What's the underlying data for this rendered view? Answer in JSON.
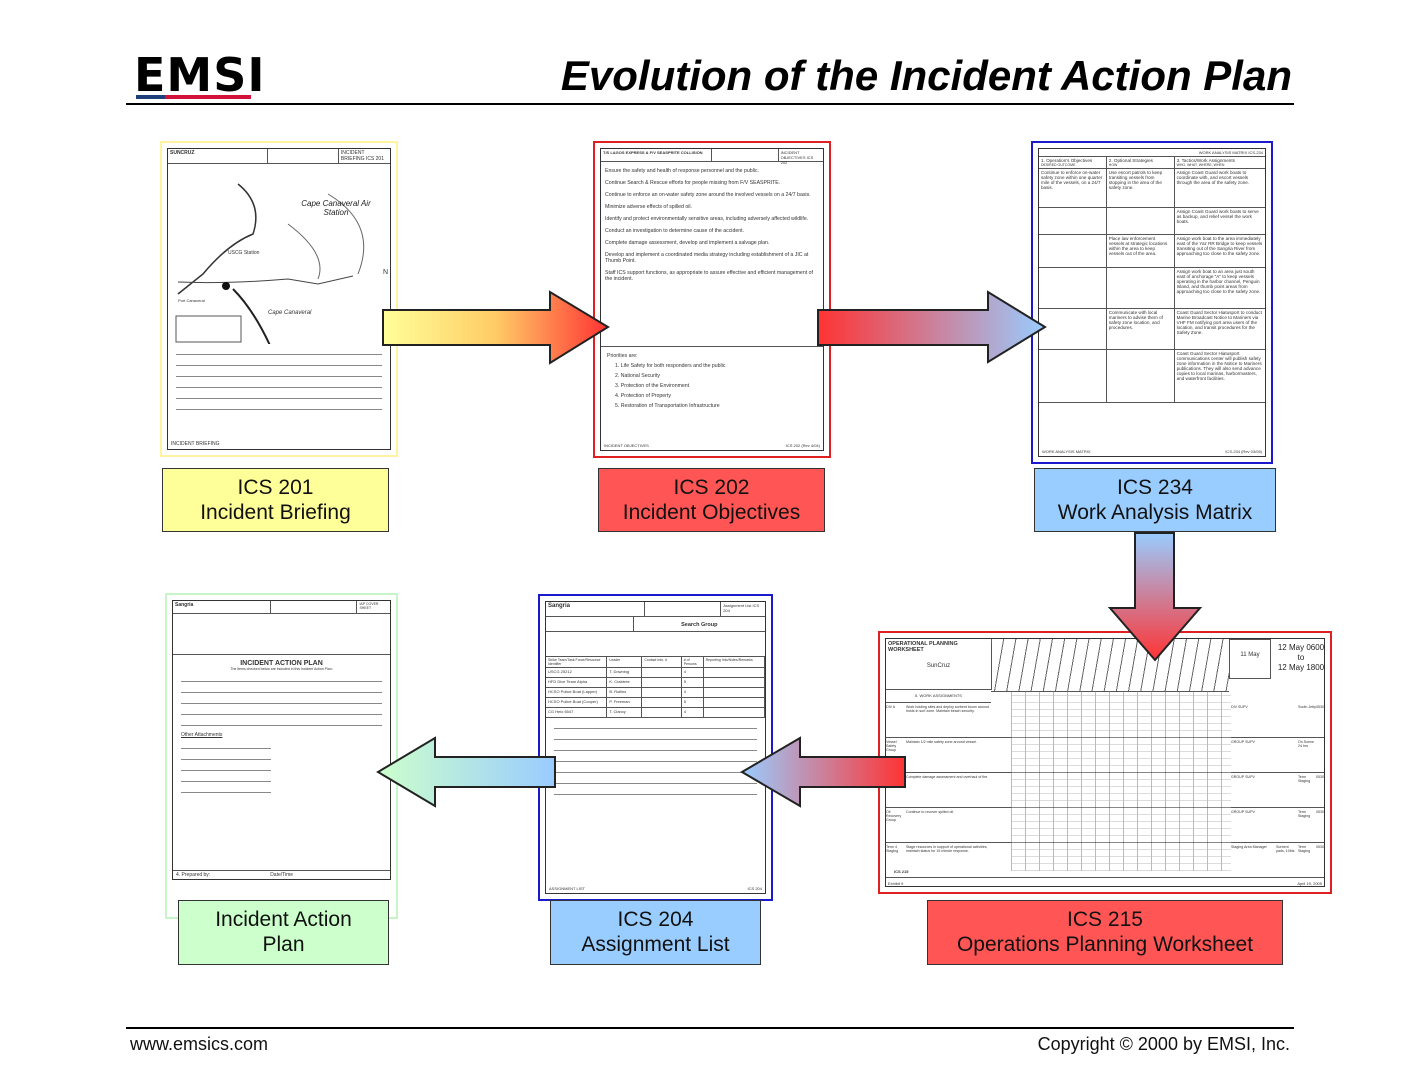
{
  "header": {
    "logo": "EMSI",
    "title": "Evolution of the Incident Action Plan"
  },
  "colors": {
    "yellow": "#ffff99",
    "red": "#ff5555",
    "blue": "#99ccff",
    "green": "#ccffcc",
    "blue_border": "#1a1acc",
    "red_border": "#e02020"
  },
  "forms": {
    "ics201": {
      "label_line1": "ICS 201",
      "label_line2": "Incident Briefing",
      "incident_name": "SUNCRUZ",
      "form_id": "INCIDENT BRIEFING ICS 201",
      "map_labels": [
        "Cape Canaveral Air Station",
        "Cape Canaveral",
        "USCG Station",
        "Port Canaveral",
        "N"
      ],
      "footer": "INCIDENT BRIEFING"
    },
    "ics202": {
      "label_line1": "ICS 202",
      "label_line2": "Incident Objectives",
      "incident_name": "T/S LAGOS EXPRESS & F/V SEASPRITE COLLISION",
      "form_id": "INCIDENT OBJECTIVES ICS 202",
      "objectives": [
        "Ensure the safety and health of response personnel and the public.",
        "Continue Search & Rescue efforts for people missing from F/V SEASPRITE.",
        "Continue to enforce an on-water safety zone around the involved vessels on a 24/7 basis.",
        "Minimize adverse effects of spilled oil.",
        "Identify and protect environmentally sensitive areas, including adversely affected wildlife.",
        "Conduct an investigation to determine cause of the accident.",
        "Complete damage assessment, develop and implement a salvage plan.",
        "Develop and implement a coordinated media strategy including establishment of a JIC at Thumb Point.",
        "Staff ICS support functions, as appropriate to assure effective and efficient management of the incident."
      ],
      "priorities_heading": "Priorities are:",
      "priorities": [
        "1. Life Safety for both responders and the public",
        "2. National Security",
        "3. Protection of the Environment",
        "4. Protection of Property",
        "5. Restoration of Transportation Infrastructure"
      ],
      "footer": "INCIDENT OBJECTIVES",
      "rev": "ICS 202 (Rev 4/04)"
    },
    "ics234": {
      "label_line1": "ICS 234",
      "label_line2": "Work Analysis Matrix",
      "form_id": "WORK ANALYSIS MATRIX ICS-234",
      "headers": [
        "1. Operation's Objectives",
        "2. Optional Strategies",
        "3. Tactics/Work Assignments"
      ],
      "subheaders": [
        "DESIRED OUTCOME",
        "HOW",
        "WHO, WHAT, WHERE, WHEN"
      ],
      "rows": [
        [
          "Continue to enforce on-water safety zone within one quarter mile of the vessels, on a 24/7 basis.",
          "Use escort patrols to keep transiting vessels from stopping in the area of the safety zone.",
          "Assign Coast Guard work boats to coordinate with, and escort vessels through the area of the safety zone."
        ],
        [
          "",
          "",
          "Assign Coast Guard work boats to serve as backup, and relief vessel the work boats."
        ],
        [
          "",
          "Place law enforcement vessels at strategic locations within the area to keep vessels out of the area.",
          "Assign work boat to the area immediately east of the Yaz RR Bridge to keep vessels transiting out of the Sangria River from approaching too close to the safety zone."
        ],
        [
          "",
          "",
          "Assign work boat to an area just south east of anchorage \"A\" to keep vessels operating in the harbor channel, Penguin Island, and thumb point areas from approaching too close to the safety zone."
        ],
        [
          "",
          "Communicate with local mariners to advise them of safety zone location, and procedures.",
          "Coast Guard Sector Hiatusport to conduct Marine Broadcast Notice to Mariners via VHF FM notifying port area users of the location, and transit procedures for the Safety Zone."
        ],
        [
          "",
          "",
          "Coast Guard Sector Hiatusport communications center will publish safety zone information in the Notice to Mariners publications. They will also send advance copies to local marinas, harbormasters, and waterfront facilities."
        ]
      ],
      "footer": "WORK ANALYSIS MATRIX",
      "rev": "ICS-234 (Rev 03/05)"
    },
    "iap": {
      "label_line1": "Incident Action",
      "label_line2": "Plan",
      "incident_name": "Sangria",
      "form_id": "IAP COVER SHEET",
      "heading": "INCIDENT ACTION PLAN",
      "subheading": "The items checked below are included in this Incident Action Plan:",
      "other_attachments": "Other Attachments",
      "prepared_by": "4. Prepared by:",
      "date_time": "Date/Time"
    },
    "ics204": {
      "label_line1": "ICS 204",
      "label_line2": "Assignment List",
      "incident_name": "Sangria",
      "form_id": "Assignment List ICS 204",
      "division": "Search Group",
      "columns": [
        "Strike Team/Task Force/Resource Identifier",
        "Leader",
        "Contact Info. #",
        "# of Persons",
        "Reporting Info/Notes/Remarks"
      ],
      "resources": [
        [
          "USCG 25212",
          "T. Downing",
          "",
          "4"
        ],
        [
          "HFD Dive Team Alpha",
          "K. Crabtree",
          "",
          "5"
        ],
        [
          "HCSO Police Boat (Lapper)",
          "B. Rollins",
          "",
          "4"
        ],
        [
          "HCSO Police Boat (Cooper)",
          "P. Freeman",
          "",
          "5"
        ],
        [
          "CG Helo 6547",
          "T. Clancy",
          "",
          "4"
        ]
      ],
      "footer": "ASSIGNMENT LIST",
      "rev": "ICS 204"
    },
    "ics215": {
      "label_line1": "ICS 215",
      "label_line2": "Operations Planning Worksheet",
      "heading": "OPERATIONAL PLANNING WORKSHEET",
      "incident_name": "SunCruz",
      "date_prepared": "11 May",
      "period_from": "12 May 0600",
      "period_to_word": "to",
      "period_to": "12 May 1800",
      "work_assignments": "5. WORK ASSIGNMENTS",
      "rows": [
        [
          "DIV A",
          "Work holding sites and deploy sorbent boom around hosts in surf zone. Maintain beach security.",
          "DIV SUPV",
          "",
          "South Jetty",
          "0530"
        ],
        [
          "Vessel Safety Group",
          "Maintain 1/2 mile safety zone around vessel.",
          "GROUP SUPV",
          "",
          "On Scene 24 hrs",
          ""
        ],
        [
          "",
          "Complete damage assessment and overhaul of fire.",
          "GROUP SUPV",
          "",
          "Term Staging",
          "0530"
        ],
        [
          "Oil Recovery Group",
          "Continue to recover spilled oil.",
          "GROUP SUPV",
          "",
          "Term Staging",
          "0530"
        ],
        [
          "Term 4 Staging",
          "Stage resources in support of operational activities, maintain status for 15 minute response.",
          "Staging Area Manager",
          "Sorbent pads, 10bls",
          "Term Staging",
          "0530"
        ]
      ],
      "form_id": "ICS 215",
      "exhibit": "Exhibit 9",
      "date": "April 19, 2005"
    }
  },
  "footer": {
    "left": "www.emsics.com",
    "right": "Copyright © 2000 by EMSI, Inc."
  }
}
